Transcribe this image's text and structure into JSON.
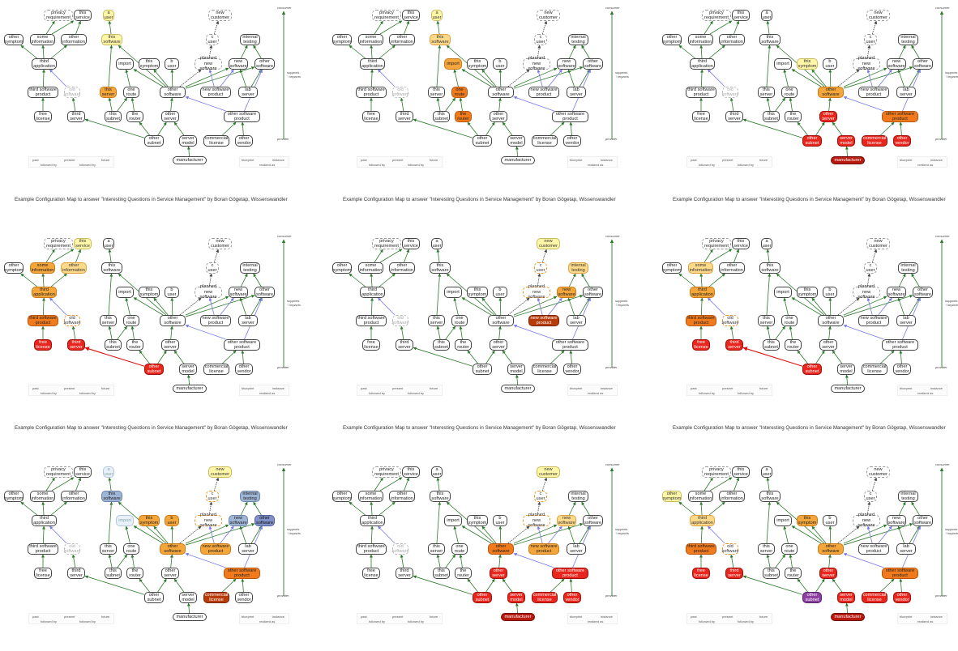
{
  "nodes": [
    {
      "id": "privacy_requirement",
      "label": "privacy\nrequirement"
    },
    {
      "id": "this_service",
      "label": "this\nservice"
    },
    {
      "id": "a_user",
      "label": "a\nuser"
    },
    {
      "id": "new_customer",
      "label": "new\ncustomer"
    },
    {
      "id": "other_symptom",
      "label": "other\nsymptom"
    },
    {
      "id": "some_information",
      "label": "some\ninformation"
    },
    {
      "id": "other_information",
      "label": "other\ninformation"
    },
    {
      "id": "this_software",
      "label": "this\nsoftware"
    },
    {
      "id": "c_user",
      "label": "c\nuser"
    },
    {
      "id": "internal_testing",
      "label": "internal\ntesting"
    },
    {
      "id": "third_application",
      "label": "third\napplication"
    },
    {
      "id": "import",
      "label": "import"
    },
    {
      "id": "this_symptom",
      "label": "this\nsymptom"
    },
    {
      "id": "b_user",
      "label": "b\nuser"
    },
    {
      "id": "planned_new_software",
      "label": "planned new\nsoftware"
    },
    {
      "id": "new_software",
      "label": "new\nsoftware"
    },
    {
      "id": "other_software_top",
      "label": "other\nsoftware"
    },
    {
      "id": "third_software_product",
      "label": "third software\nproduct"
    },
    {
      "id": "old_software",
      "label": "old\nsoftware"
    },
    {
      "id": "this_server",
      "label": "this\nserver"
    },
    {
      "id": "one_route",
      "label": "one\nroute"
    },
    {
      "id": "other_software",
      "label": "other\nsoftware"
    },
    {
      "id": "new_software_product",
      "label": "new software\nproduct"
    },
    {
      "id": "lab_server",
      "label": "lab\nserver"
    },
    {
      "id": "free_license",
      "label": "free\nlicense"
    },
    {
      "id": "third_server",
      "label": "third\nserver"
    },
    {
      "id": "this_subnet",
      "label": "this\nsubnet"
    },
    {
      "id": "the_router",
      "label": "the\nrouter"
    },
    {
      "id": "other_server",
      "label": "other\nserver"
    },
    {
      "id": "other_software_product",
      "label": "other software\nproduct"
    },
    {
      "id": "other_subnet",
      "label": "other\nsubnet"
    },
    {
      "id": "server_model",
      "label": "server\nmodel"
    },
    {
      "id": "commercial_license",
      "label": "commercial\nlicense"
    },
    {
      "id": "other_vendor",
      "label": "other\nvendor"
    },
    {
      "id": "manufacturer",
      "label": "manufacturer"
    }
  ],
  "edges": [
    [
      "third_application",
      "other_symptom",
      "g"
    ],
    [
      "third_application",
      "some_information",
      "g"
    ],
    [
      "third_application",
      "other_information",
      "g"
    ],
    [
      "some_information",
      "privacy_requirement",
      "g"
    ],
    [
      "some_information",
      "this_service",
      "g"
    ],
    [
      "other_information",
      "this_service",
      "g"
    ],
    [
      "third_software_product",
      "third_application",
      "g"
    ],
    [
      "old_software",
      "third_application",
      "b"
    ],
    [
      "free_license",
      "third_software_product",
      "g"
    ],
    [
      "third_server",
      "old_software",
      "g"
    ],
    [
      "this_software",
      "a_user",
      "g"
    ],
    [
      "this_server",
      "this_software",
      "g"
    ],
    [
      "this_subnet",
      "this_server",
      "g"
    ],
    [
      "one_route",
      "import",
      "g"
    ],
    [
      "the_router",
      "one_route",
      "g"
    ],
    [
      "this_subnet",
      "one_route",
      "g"
    ],
    [
      "other_software",
      "import",
      "g"
    ],
    [
      "other_software",
      "this_symptom",
      "g"
    ],
    [
      "other_software",
      "b_user",
      "g"
    ],
    [
      "other_software",
      "planned_new_software",
      "k"
    ],
    [
      "other_software",
      "new_software",
      "g"
    ],
    [
      "other_software",
      "other_software_top",
      "g"
    ],
    [
      "other_software",
      "this_software",
      "g"
    ],
    [
      "planned_new_software",
      "c_user",
      "k"
    ],
    [
      "c_user",
      "new_customer",
      "k"
    ],
    [
      "new_software",
      "internal_testing",
      "g"
    ],
    [
      "other_software_top",
      "internal_testing",
      "g"
    ],
    [
      "new_software_product",
      "planned_new_software",
      "b"
    ],
    [
      "new_software_product",
      "new_software",
      "b"
    ],
    [
      "lab_server",
      "new_software",
      "g"
    ],
    [
      "lab_server",
      "other_software_top",
      "g"
    ],
    [
      "other_software_product",
      "other_software_top",
      "b"
    ],
    [
      "other_software_product",
      "other_software",
      "b"
    ],
    [
      "other_server",
      "other_software",
      "g"
    ],
    [
      "other_subnet",
      "other_server",
      "g"
    ],
    [
      "other_subnet",
      "the_router",
      "g"
    ],
    [
      "other_subnet",
      "third_server",
      "g"
    ],
    [
      "server_model",
      "other_server",
      "g"
    ],
    [
      "commercial_license",
      "other_software_product",
      "g"
    ],
    [
      "other_vendor",
      "other_software_product",
      "g"
    ],
    [
      "manufacturer",
      "server_model",
      "g"
    ]
  ],
  "colors": {
    "edge_green": "#2b7a2b",
    "edge_blue": "#7777ee",
    "edge_black": "#444444",
    "edge_red": "#dd1111",
    "yellow": "#fff6a8",
    "light_orange": "#fdd98a",
    "orange": "#f5a63b",
    "dark_orange": "#f07a1c",
    "red": "#e8261d",
    "dark_red": "#b81a10",
    "brown": "#b83c0a",
    "purple": "#8c3fa0",
    "blue": "#9fb5d6",
    "dark_blue": "#8090c8"
  },
  "axis": {
    "consumer": "consumer",
    "supports": "supports\n↑ impacts",
    "provider": "provider"
  },
  "legend": {
    "past": "past",
    "present": "present",
    "future": "future",
    "followed_by": "followed by",
    "blueprint": "blueprint",
    "instance": "instance",
    "realized_as": "realized as"
  },
  "caption": "Example Configuration Map to answer \"Interesting Questions in Service Management\"   by Boran Gögetap, Wissenswandler",
  "panels": [
    {
      "highlights": {
        "this_software": "yellow",
        "a_user": "yellow",
        "this_server": "orange"
      },
      "edge_colors": {}
    },
    {
      "highlights": {
        "this_software": "light_orange",
        "a_user": "yellow",
        "import": "orange",
        "one_route": "dark_orange",
        "the_router": "dark_orange"
      },
      "edge_colors": {}
    },
    {
      "highlights": {
        "this_symptom": "yellow",
        "other_software": "orange",
        "other_server": "red",
        "other_software_product": "dark_orange",
        "other_subnet": "red",
        "server_model": "red",
        "commercial_license": "red",
        "other_vendor": "red",
        "manufacturer": "dark_red"
      },
      "edge_colors": {}
    },
    {
      "highlights": {
        "this_service": "yellow",
        "some_information": "orange",
        "other_information": "light_orange",
        "third_application": "orange",
        "third_software_product": "dark_orange",
        "old_software": "dashed_orange",
        "free_license": "red",
        "third_server": "red",
        "other_subnet": "red"
      },
      "edge_colors": {
        "other_subnet>third_server": "red"
      }
    },
    {
      "highlights": {
        "new_customer": "yellow",
        "c_user": "dashed_orange",
        "internal_testing": "light_orange",
        "planned_new_software": "dashed_orange",
        "new_software": "orange",
        "new_software_product": "brown"
      },
      "edge_colors": {}
    },
    {
      "highlights": {
        "some_information": "light_orange",
        "third_application": "orange",
        "third_software_product": "dark_orange",
        "old_software": "dashed_orange",
        "free_license": "red",
        "third_server": "red",
        "other_subnet": "red"
      },
      "edge_colors": {
        "other_subnet>third_server": "red"
      }
    },
    {
      "highlights": {
        "a_user": "pale_blue",
        "this_software": "blue",
        "import": "pale_blue",
        "this_symptom": "orange",
        "b_user": "orange",
        "other_software": "orange",
        "planned_new_software": "dashed_orange",
        "new_software": "blue",
        "other_software_top": "dark_blue",
        "internal_testing": "blue",
        "new_software_product": "orange",
        "c_user": "dashed_orange",
        "new_customer": "yellow",
        "other_software_product": "dark_orange",
        "commercial_license": "brown"
      },
      "edge_colors": {}
    },
    {
      "highlights": {
        "new_customer": "yellow",
        "c_user": "dashed_orange",
        "planned_new_software": "dashed_orange",
        "new_software": "light_orange",
        "other_software": "dark_orange",
        "new_software_product": "orange",
        "other_server": "red",
        "other_software_product": "red",
        "other_subnet": "red",
        "server_model": "red",
        "commercial_license": "red",
        "other_vendor": "red",
        "manufacturer": "dark_red"
      },
      "edge_colors": {}
    },
    {
      "highlights": {
        "other_symptom": "yellow",
        "third_application": "light_orange",
        "third_software_product": "dark_orange",
        "old_software": "dashed_orange",
        "free_license": "red",
        "third_server": "red",
        "this_symptom": "orange",
        "other_software": "orange",
        "other_server": "red",
        "other_subnet": "purple",
        "server_model": "red",
        "commercial_license": "red",
        "other_vendor": "red",
        "other_software_product": "dark_orange",
        "manufacturer": "dark_red"
      },
      "edge_colors": {}
    }
  ]
}
